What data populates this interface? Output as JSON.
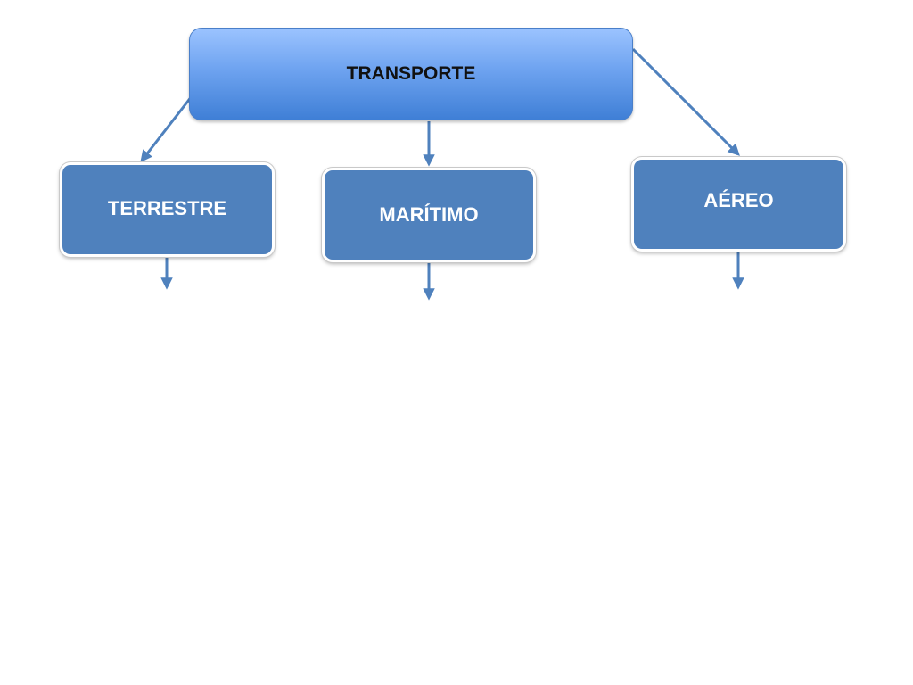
{
  "diagram": {
    "root": {
      "label": "TRANSPORTE"
    },
    "children": [
      {
        "label": "TERRESTRE"
      },
      {
        "label": "MARÍTIMO"
      },
      {
        "label": "AÉREO"
      }
    ]
  },
  "colors": {
    "child_fill": "#4f81bd",
    "arrow": "#4f81bd"
  }
}
